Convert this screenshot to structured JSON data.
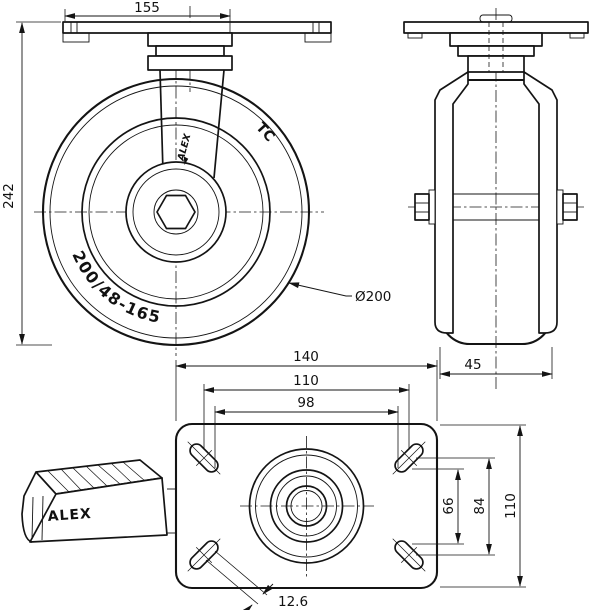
{
  "drawing_type": "caster-wheel-technical-drawing",
  "side_view": {
    "dim_plate_length": "155",
    "dim_overall_height": "242",
    "dim_wheel_diameter": "Ø200",
    "wheel_marking": "200/48-165",
    "wheel_marking_2": "TC",
    "fork_brand": "ALEX"
  },
  "front_view": {
    "dim_wheel_width": "45"
  },
  "plan_view": {
    "dim_plate_width": "140",
    "dim_bolt_spacing_x": "110",
    "dim_slot_inner_x": "98",
    "dim_slot_inner_y": "66",
    "dim_bolt_spacing_y": "84",
    "dim_plate_depth": "110",
    "dim_slot_width": "12.6"
  },
  "brake": {
    "brand": "ALEX"
  }
}
